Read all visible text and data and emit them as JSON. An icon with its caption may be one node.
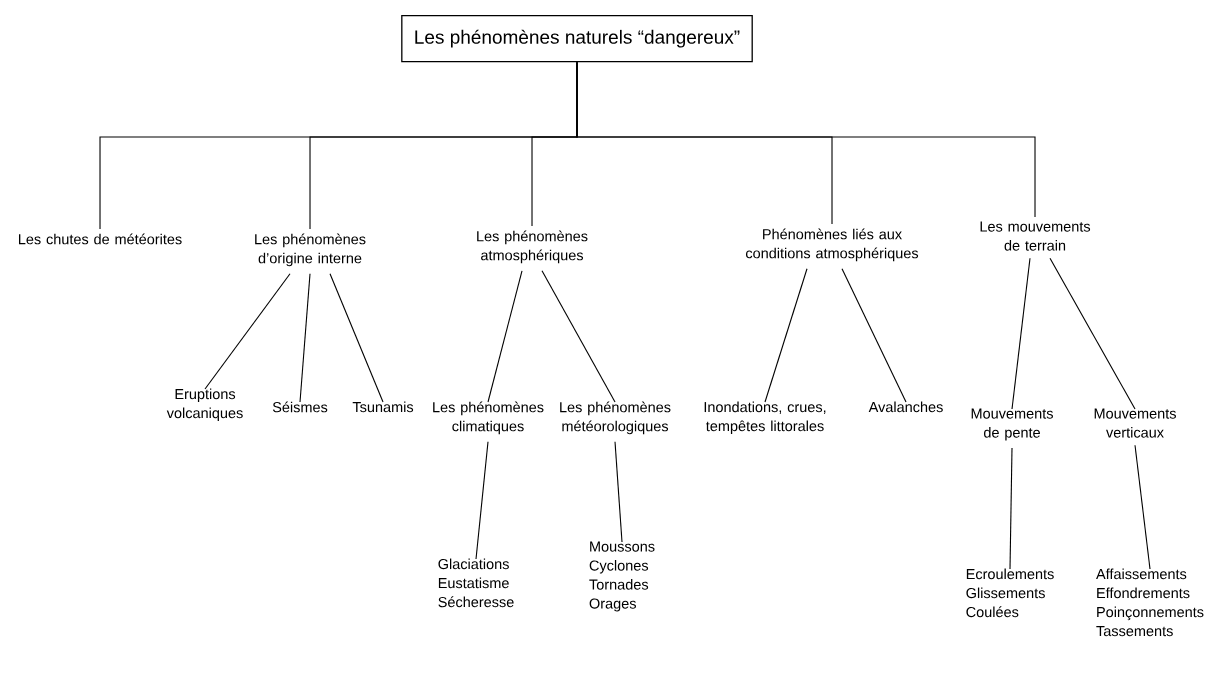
{
  "diagram": {
    "nodes": [
      {
        "text": [
          "Les phénomènes naturels “dangereux”"
        ]
      },
      {
        "text": [
          "Les chutes de météorites"
        ]
      },
      {
        "text": [
          "Les phénomènes d’origine interne"
        ]
      },
      {
        "text": [
          "Les phénomènes atmosphériques"
        ]
      },
      {
        "text": [
          "Phénomènes liés aux conditions atmosphériques"
        ]
      },
      {
        "text": [
          "Les mouvements de terrain"
        ]
      },
      {
        "text": [
          "Eruptions volcaniques"
        ]
      },
      {
        "text": [
          "Séismes"
        ]
      },
      {
        "text": [
          "Tsunamis"
        ]
      },
      {
        "text": [
          "Les phénomènes climatiques"
        ]
      },
      {
        "text": [
          "Les phénomènes météorologiques"
        ]
      },
      {
        "text": [
          "Inondations, crues, tempêtes littorales"
        ]
      },
      {
        "text": [
          "Avalanches"
        ]
      },
      {
        "text": [
          "Mouvements de pente"
        ]
      },
      {
        "text": [
          "Mouvements verticaux"
        ]
      },
      {
        "text": [
          "Glaciations",
          "Eustatisme",
          "Sécheresse"
        ]
      },
      {
        "text": [
          "Moussons",
          "Cyclones",
          "Tornades",
          "Orages"
        ]
      },
      {
        "text": [
          "Ecroulements",
          "Glissements",
          "Coulées"
        ]
      },
      {
        "text": [
          "Affaissements",
          "Effondrements",
          "Poinçonnements",
          "Tassements"
        ]
      }
    ],
    "edges": [
      {
        "from": 0,
        "to": 1,
        "arrow": "none"
      },
      {
        "from": 0,
        "to": 2,
        "arrow": "none"
      },
      {
        "from": 0,
        "to": 3,
        "arrow": "none"
      },
      {
        "from": 0,
        "to": 4,
        "arrow": "none"
      },
      {
        "from": 0,
        "to": 5,
        "arrow": "none"
      },
      {
        "from": 2,
        "to": 6,
        "arrow": "none"
      },
      {
        "from": 2,
        "to": 7,
        "arrow": "none"
      },
      {
        "from": 2,
        "to": 8,
        "arrow": "none"
      },
      {
        "from": 3,
        "to": 9,
        "arrow": "none"
      },
      {
        "from": 3,
        "to": 10,
        "arrow": "none"
      },
      {
        "from": 4,
        "to": 11,
        "arrow": "none"
      },
      {
        "from": 4,
        "to": 12,
        "arrow": "none"
      },
      {
        "from": 5,
        "to": 13,
        "arrow": "none"
      },
      {
        "from": 5,
        "to": 14,
        "arrow": "none"
      },
      {
        "from": 9,
        "to": 15,
        "arrow": "none"
      },
      {
        "from": 10,
        "to": 16,
        "arrow": "none"
      },
      {
        "from": 13,
        "to": 17,
        "arrow": "none"
      },
      {
        "from": 14,
        "to": 18,
        "arrow": "none"
      }
    ]
  }
}
